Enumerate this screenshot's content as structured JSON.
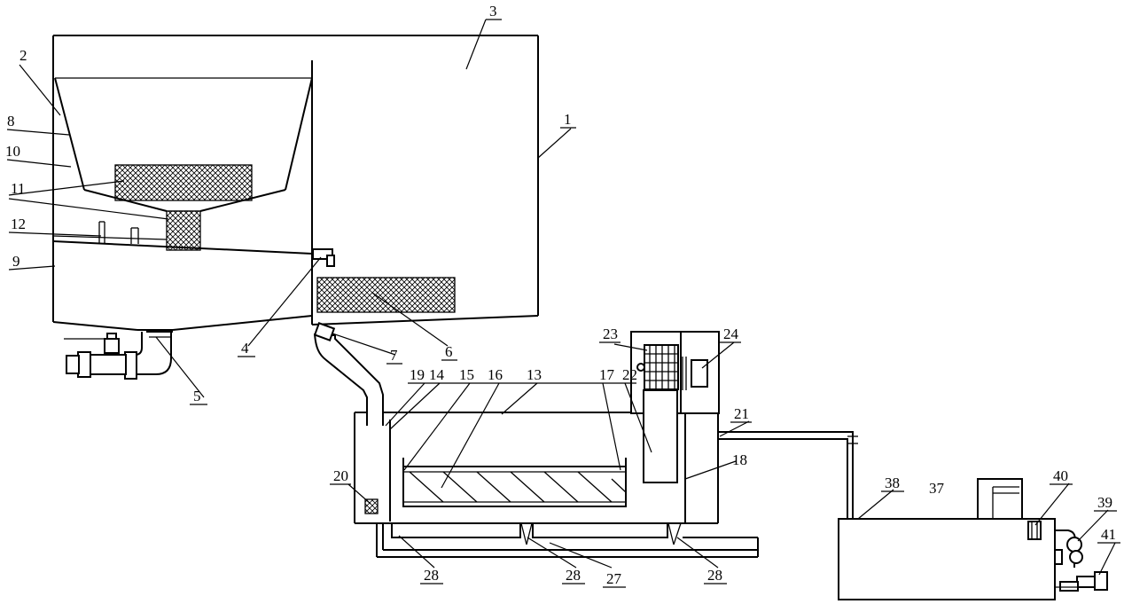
{
  "labels": {
    "l1": "1",
    "l2": "2",
    "l3": "3",
    "l4": "4",
    "l5": "5",
    "l6": "6",
    "l7": "7",
    "l8": "8",
    "l9": "9",
    "l10": "10",
    "l11": "11",
    "l12": "12",
    "l13": "13",
    "l14": "14",
    "l15": "15",
    "l16": "16",
    "l17": "17",
    "l18": "18",
    "l19": "19",
    "l20": "20",
    "l21": "21",
    "l22": "22",
    "l23": "23",
    "l24": "24",
    "l27": "27",
    "l28a": "28",
    "l28b": "28",
    "l28c": "28",
    "l37": "37",
    "l38": "38",
    "l39": "39",
    "l40": "40",
    "l41": "41"
  }
}
